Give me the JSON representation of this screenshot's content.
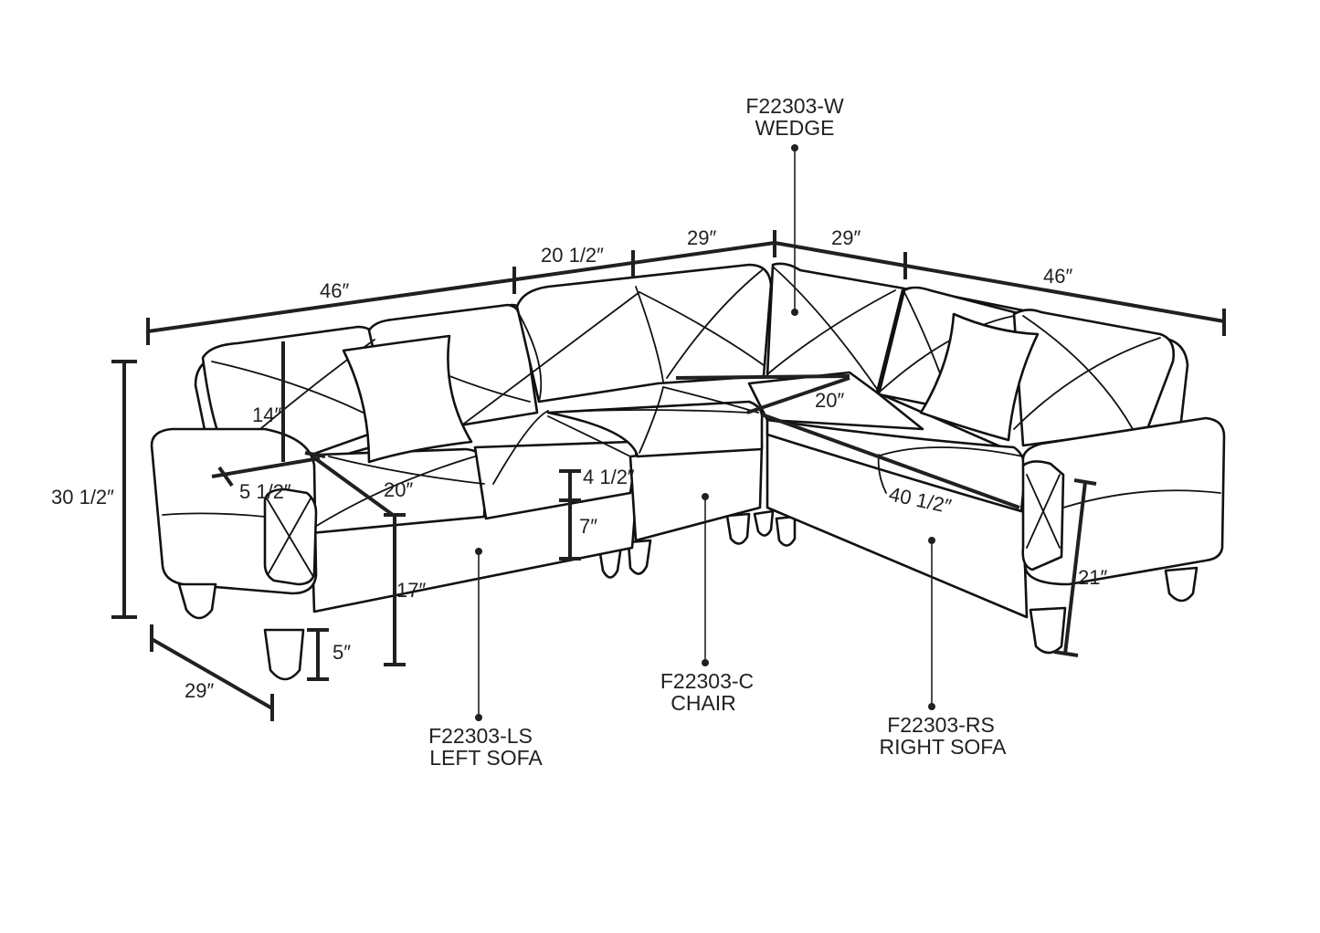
{
  "components": {
    "wedge": {
      "code": "F22303-W",
      "name": "WEDGE"
    },
    "chair": {
      "code": "F22303-C",
      "name": "CHAIR"
    },
    "left_sofa": {
      "code": "F22303-LS",
      "name": "LEFT SOFA"
    },
    "right_sofa": {
      "code": "F22303-RS",
      "name": "RIGHT SOFA"
    }
  },
  "dimensions": {
    "top_left_length": "46″",
    "top_mid_length": "20 1/2″",
    "top_chair_width": "29″",
    "top_wedge_width": "29″",
    "top_right_length": "46″",
    "overall_height": "30 1/2″",
    "back_height": "14″",
    "arm_width": "5 1/2″",
    "seat_depth_left": "20″",
    "cushion_thickness": "4 1/2″",
    "seat_to_cushion": "7″",
    "seat_height": "17″",
    "leg_height": "5″",
    "depth": "29″",
    "seat_depth_wedge": "20″",
    "seat_width_right": "40 1/2″",
    "arm_height": "21″"
  },
  "colors": {
    "ink": "#231f20",
    "line": "#111111",
    "background": "#ffffff"
  }
}
